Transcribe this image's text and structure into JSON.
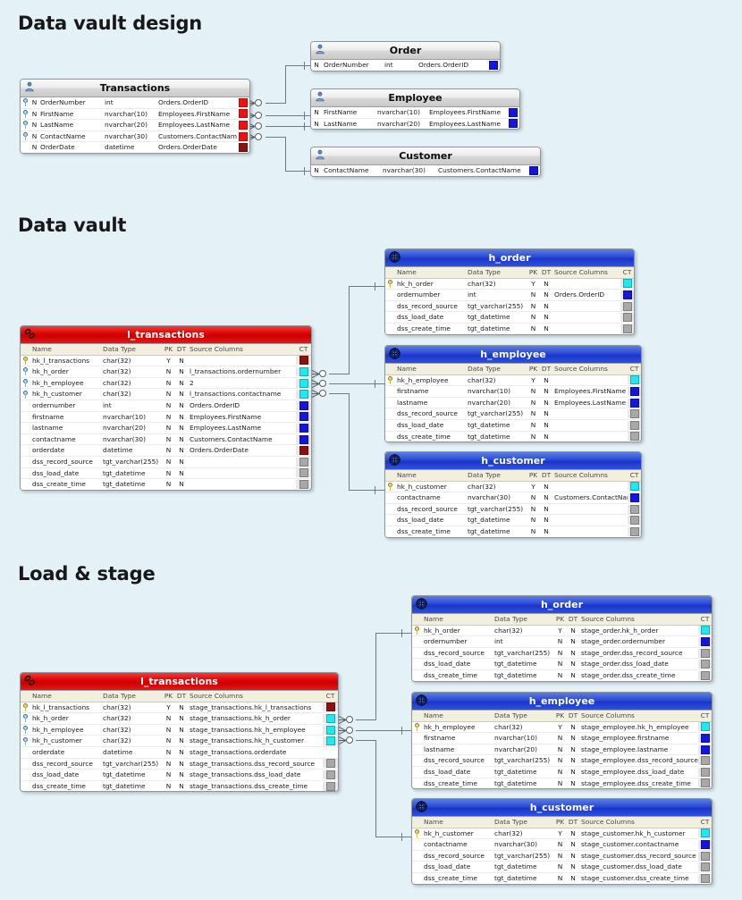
{
  "page": {
    "background": "#e4f2f7",
    "sections": [
      {
        "id": "design",
        "title": "Data vault design"
      },
      {
        "id": "vault",
        "title": "Data vault"
      },
      {
        "id": "load",
        "title": "Load & stage"
      }
    ]
  },
  "column_headers": {
    "name": "Name",
    "data_type": "Data Type",
    "pk": "PK",
    "dt": "DT",
    "source_columns": "Source Columns",
    "ct": "CT"
  },
  "colors": {
    "ct_red": "#f01010",
    "ct_dark_red": "#8c1111",
    "ct_blue": "#1515e0",
    "ct_cyan": "#1ee8f0",
    "ct_gray": "#a8a8a8",
    "header_gray": "#d8d8d8",
    "header_blue": "#2b49d8",
    "header_red": "#e00000",
    "header_row_bg": "#f2efdf",
    "connector": "#6f7b80"
  },
  "design_section": {
    "transactions": {
      "title": "Transactions",
      "icon": "person-icon",
      "header_style": "gray",
      "columns": [
        {
          "null": "N",
          "name": "OrderNumber",
          "type": "int",
          "source": "Orders.OrderID",
          "ct": "#f01010",
          "key": "blue"
        },
        {
          "null": "N",
          "name": "FirstName",
          "type": "nvarchar(10)",
          "source": "Employees.FirstName",
          "ct": "#f01010",
          "key": "blue"
        },
        {
          "null": "N",
          "name": "LastName",
          "type": "nvarchar(20)",
          "source": "Employees.LastName",
          "ct": "#f01010",
          "key": "blue"
        },
        {
          "null": "N",
          "name": "ContactName",
          "type": "nvarchar(30)",
          "source": "Customers.ContactName",
          "ct": "#f01010",
          "key": "blue"
        },
        {
          "null": "N",
          "name": "OrderDate",
          "type": "datetime",
          "source": "Orders.OrderDate",
          "ct": "#8c1111",
          "key": ""
        }
      ]
    },
    "order": {
      "title": "Order",
      "icon": "person-icon",
      "header_style": "gray",
      "columns": [
        {
          "null": "N",
          "name": "OrderNumber",
          "type": "int",
          "source": "Orders.OrderID",
          "ct": "#1515e0",
          "key": ""
        }
      ]
    },
    "employee": {
      "title": "Employee",
      "icon": "person-icon",
      "header_style": "gray",
      "columns": [
        {
          "null": "N",
          "name": "FirstName",
          "type": "nvarchar(10)",
          "source": "Employees.FirstName",
          "ct": "#1515e0",
          "key": ""
        },
        {
          "null": "N",
          "name": "LastName",
          "type": "nvarchar(20)",
          "source": "Employees.LastName",
          "ct": "#1515e0",
          "key": ""
        }
      ]
    },
    "customer": {
      "title": "Customer",
      "icon": "person-icon",
      "header_style": "gray",
      "columns": [
        {
          "null": "N",
          "name": "ContactName",
          "type": "nvarchar(30)",
          "source": "Customers.ContactName",
          "ct": "#1515e0",
          "key": ""
        }
      ]
    }
  },
  "vault_section": {
    "l_transactions": {
      "title": "l_transactions",
      "icon": "chain-link-icon",
      "header_style": "red",
      "columns": [
        {
          "name": "hk_l_transactions",
          "type": "char(32)",
          "pk": "Y",
          "dt": "N",
          "source": "",
          "ct": "#8c1111",
          "key": "gold"
        },
        {
          "name": "hk_h_order",
          "type": "char(32)",
          "pk": "N",
          "dt": "N",
          "source": "l_transactions.ordernumber",
          "ct": "#1ee8f0",
          "key": "blue"
        },
        {
          "name": "hk_h_employee",
          "type": "char(32)",
          "pk": "N",
          "dt": "N",
          "source": "2",
          "ct": "#1ee8f0",
          "key": "blue"
        },
        {
          "name": "hk_h_customer",
          "type": "char(32)",
          "pk": "N",
          "dt": "N",
          "source": "l_transactions.contactname",
          "ct": "#1ee8f0",
          "key": "blue"
        },
        {
          "name": "ordernumber",
          "type": "int",
          "pk": "N",
          "dt": "N",
          "source": "Orders.OrderID",
          "ct": "#1515e0",
          "key": ""
        },
        {
          "name": "firstname",
          "type": "nvarchar(10)",
          "pk": "N",
          "dt": "N",
          "source": "Employees.FirstName",
          "ct": "#1515e0",
          "key": ""
        },
        {
          "name": "lastname",
          "type": "nvarchar(20)",
          "pk": "N",
          "dt": "N",
          "source": "Employees.LastName",
          "ct": "#1515e0",
          "key": ""
        },
        {
          "name": "contactname",
          "type": "nvarchar(30)",
          "pk": "N",
          "dt": "N",
          "source": "Customers.ContactName",
          "ct": "#1515e0",
          "key": ""
        },
        {
          "name": "orderdate",
          "type": "datetime",
          "pk": "N",
          "dt": "N",
          "source": "Orders.OrderDate",
          "ct": "#8c1111",
          "key": ""
        },
        {
          "name": "dss_record_source",
          "type": "tgt_varchar(255)",
          "pk": "N",
          "dt": "N",
          "source": "",
          "ct": "#a8a8a8",
          "key": ""
        },
        {
          "name": "dss_load_date",
          "type": "tgt_datetime",
          "pk": "N",
          "dt": "N",
          "source": "",
          "ct": "#a8a8a8",
          "key": ""
        },
        {
          "name": "dss_create_time",
          "type": "tgt_datetime",
          "pk": "N",
          "dt": "N",
          "source": "",
          "ct": "#a8a8a8",
          "key": ""
        }
      ]
    },
    "h_order": {
      "title": "h_order",
      "icon": "hub-icon",
      "header_style": "blue",
      "columns": [
        {
          "name": "hk_h_order",
          "type": "char(32)",
          "pk": "Y",
          "dt": "N",
          "source": "",
          "ct": "#1ee8f0",
          "key": "gold"
        },
        {
          "name": "ordernumber",
          "type": "int",
          "pk": "N",
          "dt": "N",
          "source": "Orders.OrderID",
          "ct": "#1515e0",
          "key": ""
        },
        {
          "name": "dss_record_source",
          "type": "tgt_varchar(255)",
          "pk": "N",
          "dt": "N",
          "source": "",
          "ct": "#a8a8a8",
          "key": ""
        },
        {
          "name": "dss_load_date",
          "type": "tgt_datetime",
          "pk": "N",
          "dt": "N",
          "source": "",
          "ct": "#a8a8a8",
          "key": ""
        },
        {
          "name": "dss_create_time",
          "type": "tgt_datetime",
          "pk": "N",
          "dt": "N",
          "source": "",
          "ct": "#a8a8a8",
          "key": ""
        }
      ]
    },
    "h_employee": {
      "title": "h_employee",
      "icon": "hub-icon",
      "header_style": "blue",
      "columns": [
        {
          "name": "hk_h_employee",
          "type": "char(32)",
          "pk": "Y",
          "dt": "N",
          "source": "",
          "ct": "#1ee8f0",
          "key": "gold"
        },
        {
          "name": "firstname",
          "type": "nvarchar(10)",
          "pk": "N",
          "dt": "N",
          "source": "Employees.FirstName",
          "ct": "#1515e0",
          "key": ""
        },
        {
          "name": "lastname",
          "type": "nvarchar(20)",
          "pk": "N",
          "dt": "N",
          "source": "Employees.LastName",
          "ct": "#1515e0",
          "key": ""
        },
        {
          "name": "dss_record_source",
          "type": "tgt_varchar(255)",
          "pk": "N",
          "dt": "N",
          "source": "",
          "ct": "#a8a8a8",
          "key": ""
        },
        {
          "name": "dss_load_date",
          "type": "tgt_datetime",
          "pk": "N",
          "dt": "N",
          "source": "",
          "ct": "#a8a8a8",
          "key": ""
        },
        {
          "name": "dss_create_time",
          "type": "tgt_datetime",
          "pk": "N",
          "dt": "N",
          "source": "",
          "ct": "#a8a8a8",
          "key": ""
        }
      ]
    },
    "h_customer": {
      "title": "h_customer",
      "icon": "hub-icon",
      "header_style": "blue",
      "columns": [
        {
          "name": "hk_h_customer",
          "type": "char(32)",
          "pk": "Y",
          "dt": "N",
          "source": "",
          "ct": "#1ee8f0",
          "key": "gold"
        },
        {
          "name": "contactname",
          "type": "nvarchar(30)",
          "pk": "N",
          "dt": "N",
          "source": "Customers.ContactName",
          "ct": "#1515e0",
          "key": ""
        },
        {
          "name": "dss_record_source",
          "type": "tgt_varchar(255)",
          "pk": "N",
          "dt": "N",
          "source": "",
          "ct": "#a8a8a8",
          "key": ""
        },
        {
          "name": "dss_load_date",
          "type": "tgt_datetime",
          "pk": "N",
          "dt": "N",
          "source": "",
          "ct": "#a8a8a8",
          "key": ""
        },
        {
          "name": "dss_create_time",
          "type": "tgt_datetime",
          "pk": "N",
          "dt": "N",
          "source": "",
          "ct": "#a8a8a8",
          "key": ""
        }
      ]
    }
  },
  "load_section": {
    "l_transactions": {
      "title": "l_transactions",
      "icon": "chain-link-icon",
      "header_style": "red",
      "columns": [
        {
          "name": "hk_l_transactions",
          "type": "char(32)",
          "pk": "Y",
          "dt": "N",
          "source": "stage_transactions.hk_l_transactions",
          "ct": "#8c1111",
          "key": "gold"
        },
        {
          "name": "hk_h_order",
          "type": "char(32)",
          "pk": "N",
          "dt": "N",
          "source": "stage_transactions.hk_h_order",
          "ct": "#1ee8f0",
          "key": "blue"
        },
        {
          "name": "hk_h_employee",
          "type": "char(32)",
          "pk": "N",
          "dt": "N",
          "source": "stage_transactions.hk_h_employee",
          "ct": "#1ee8f0",
          "key": "blue"
        },
        {
          "name": "hk_h_customer",
          "type": "char(32)",
          "pk": "N",
          "dt": "N",
          "source": "stage_transactions.hk_h_customer",
          "ct": "#1ee8f0",
          "key": "blue"
        },
        {
          "name": "orderdate",
          "type": "datetime",
          "pk": "N",
          "dt": "N",
          "source": "stage_transactions.orderdate",
          "ct": "",
          "key": ""
        },
        {
          "name": "dss_record_source",
          "type": "tgt_varchar(255)",
          "pk": "N",
          "dt": "N",
          "source": "stage_transactions.dss_record_source",
          "ct": "#a8a8a8",
          "key": ""
        },
        {
          "name": "dss_load_date",
          "type": "tgt_datetime",
          "pk": "N",
          "dt": "N",
          "source": "stage_transactions.dss_load_date",
          "ct": "#a8a8a8",
          "key": ""
        },
        {
          "name": "dss_create_time",
          "type": "tgt_datetime",
          "pk": "N",
          "dt": "N",
          "source": "stage_transactions.dss_create_time",
          "ct": "#a8a8a8",
          "key": ""
        }
      ]
    },
    "h_order": {
      "title": "h_order",
      "icon": "hub-icon",
      "header_style": "blue",
      "columns": [
        {
          "name": "hk_h_order",
          "type": "char(32)",
          "pk": "Y",
          "dt": "N",
          "source": "stage_order.hk_h_order",
          "ct": "#1ee8f0",
          "key": "gold"
        },
        {
          "name": "ordernumber",
          "type": "int",
          "pk": "N",
          "dt": "N",
          "source": "stage_order.ordernumber",
          "ct": "#1515e0",
          "key": ""
        },
        {
          "name": "dss_record_source",
          "type": "tgt_varchar(255)",
          "pk": "N",
          "dt": "N",
          "source": "stage_order.dss_record_source",
          "ct": "#a8a8a8",
          "key": ""
        },
        {
          "name": "dss_load_date",
          "type": "tgt_datetime",
          "pk": "N",
          "dt": "N",
          "source": "stage_order.dss_load_date",
          "ct": "#a8a8a8",
          "key": ""
        },
        {
          "name": "dss_create_time",
          "type": "tgt_datetime",
          "pk": "N",
          "dt": "N",
          "source": "stage_order.dss_create_time",
          "ct": "#a8a8a8",
          "key": ""
        }
      ]
    },
    "h_employee": {
      "title": "h_employee",
      "icon": "hub-icon",
      "header_style": "blue",
      "columns": [
        {
          "name": "hk_h_employee",
          "type": "char(32)",
          "pk": "Y",
          "dt": "N",
          "source": "stage_employee.hk_h_employee",
          "ct": "#1ee8f0",
          "key": "gold"
        },
        {
          "name": "firstname",
          "type": "nvarchar(10)",
          "pk": "N",
          "dt": "N",
          "source": "stage_employee.firstname",
          "ct": "#1515e0",
          "key": ""
        },
        {
          "name": "lastname",
          "type": "nvarchar(20)",
          "pk": "N",
          "dt": "N",
          "source": "stage_employee.lastname",
          "ct": "#1515e0",
          "key": ""
        },
        {
          "name": "dss_record_source",
          "type": "tgt_varchar(255)",
          "pk": "N",
          "dt": "N",
          "source": "stage_employee.dss_record_source",
          "ct": "#a8a8a8",
          "key": ""
        },
        {
          "name": "dss_load_date",
          "type": "tgt_datetime",
          "pk": "N",
          "dt": "N",
          "source": "stage_employee.dss_load_date",
          "ct": "#a8a8a8",
          "key": ""
        },
        {
          "name": "dss_create_time",
          "type": "tgt_datetime",
          "pk": "N",
          "dt": "N",
          "source": "stage_employee.dss_create_time",
          "ct": "#a8a8a8",
          "key": ""
        }
      ]
    },
    "h_customer": {
      "title": "h_customer",
      "icon": "hub-icon",
      "header_style": "blue",
      "columns": [
        {
          "name": "hk_h_customer",
          "type": "char(32)",
          "pk": "Y",
          "dt": "N",
          "source": "stage_customer.hk_h_customer",
          "ct": "#1ee8f0",
          "key": "gold"
        },
        {
          "name": "contactname",
          "type": "nvarchar(30)",
          "pk": "N",
          "dt": "N",
          "source": "stage_customer.contactname",
          "ct": "#1515e0",
          "key": ""
        },
        {
          "name": "dss_record_source",
          "type": "tgt_varchar(255)",
          "pk": "N",
          "dt": "N",
          "source": "stage_customer.dss_record_source",
          "ct": "#a8a8a8",
          "key": ""
        },
        {
          "name": "dss_load_date",
          "type": "tgt_datetime",
          "pk": "N",
          "dt": "N",
          "source": "stage_customer.dss_load_date",
          "ct": "#a8a8a8",
          "key": ""
        },
        {
          "name": "dss_create_time",
          "type": "tgt_datetime",
          "pk": "N",
          "dt": "N",
          "source": "stage_customer.dss_create_time",
          "ct": "#a8a8a8",
          "key": ""
        }
      ]
    }
  }
}
